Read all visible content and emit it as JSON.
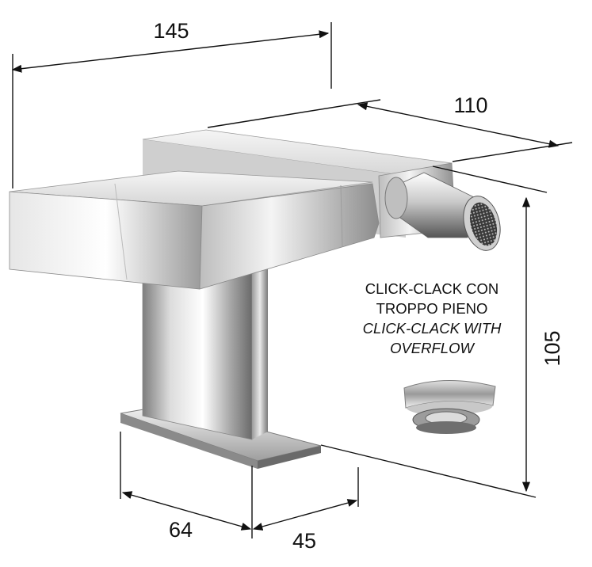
{
  "dimensions": {
    "width_top": "145",
    "depth_top": "110",
    "height": "105",
    "base_left": "64",
    "base_right": "45"
  },
  "note": {
    "line1": "CLICK-CLACK CON",
    "line2": "TROPPO PIENO",
    "line3": "CLICK-CLACK WITH",
    "line4": "OVERFLOW"
  },
  "colors": {
    "chrome_light": "#f2f2f2",
    "chrome_mid": "#b9b9b9",
    "chrome_dark": "#5c5c5c",
    "line": "#111111"
  }
}
